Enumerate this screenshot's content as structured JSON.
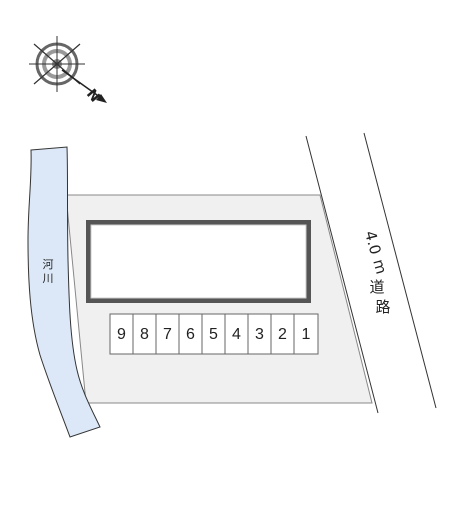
{
  "compass": {
    "icon": "compass-rose-icon",
    "north_label": "N"
  },
  "river": {
    "label_chars": [
      "河",
      "川"
    ],
    "color": "#dce8f7"
  },
  "lot": {
    "fill": "#f0f0f0",
    "building_border": "#555555"
  },
  "parking": {
    "slots": [
      "9",
      "8",
      "7",
      "6",
      "5",
      "4",
      "3",
      "2",
      "1"
    ]
  },
  "road": {
    "label_chars": [
      "4.0",
      "m",
      "道",
      "路"
    ]
  }
}
